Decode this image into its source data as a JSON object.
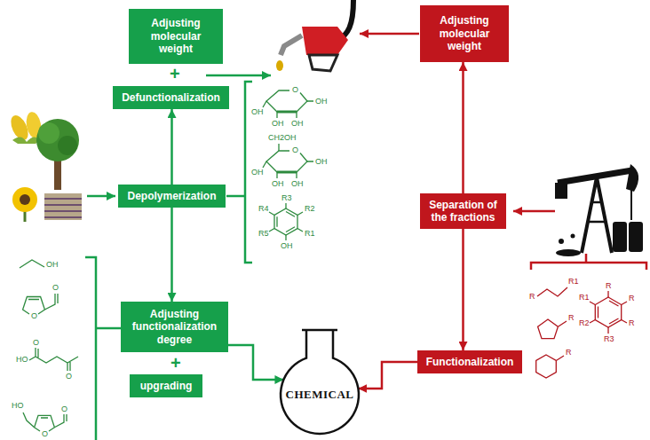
{
  "diagram": {
    "nodes": [
      {
        "text": [
          "Adjusting molecular weight"
        ]
      },
      {
        "text": [
          "Defunctionalization"
        ]
      },
      {
        "text": [
          "Depolymerization"
        ]
      },
      {
        "text": [
          "Adjusting functionalization degree"
        ]
      },
      {
        "text": [
          "upgrading"
        ]
      },
      {
        "text": [
          "Adjusting molecular weight"
        ]
      },
      {
        "text": [
          "Separation of the fractions"
        ]
      },
      {
        "text": [
          "Functionalization"
        ]
      },
      {
        "text": [
          "CHEMICAL"
        ]
      }
    ],
    "edges": [
      {
        "from": 2,
        "to": 1,
        "arrow": "to"
      },
      {
        "from": 2,
        "to": 3,
        "arrow": "to"
      },
      {
        "from": 3,
        "to": 8,
        "arrow": "to"
      },
      {
        "from": 7,
        "to": 8,
        "arrow": "to"
      },
      {
        "from": 6,
        "to": 5,
        "arrow": "to"
      },
      {
        "from": 6,
        "to": 7,
        "arrow": "to"
      }
    ],
    "labels": [
      "+",
      "O",
      "OH",
      "OH",
      "OH",
      "OH",
      "CH2OH",
      "O",
      "OH",
      "OH",
      "OH",
      "OH",
      "R3",
      "R4",
      "R2",
      "R5",
      "R1",
      "OH",
      "+",
      "OH",
      "O",
      "O",
      "O",
      "HO",
      "O",
      "HO",
      "O",
      "O",
      "R1",
      "R",
      "R",
      "R",
      "R",
      "R1",
      "R",
      "R2",
      "R",
      "R3"
    ]
  }
}
